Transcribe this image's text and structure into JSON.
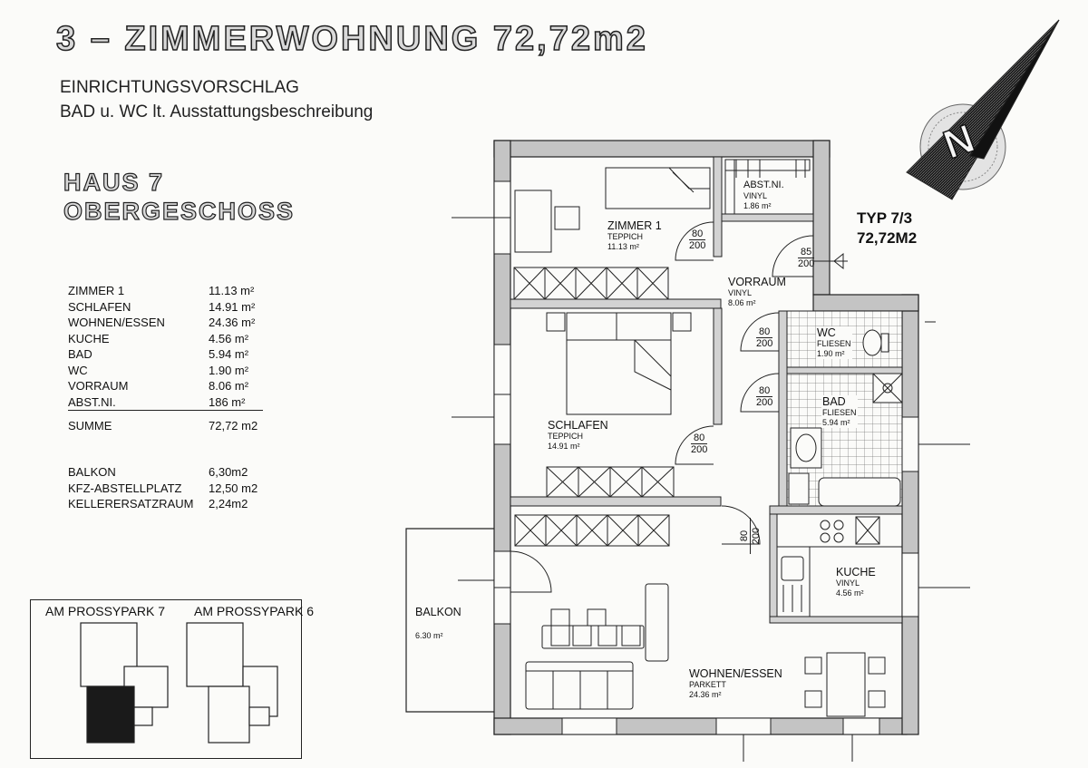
{
  "header": {
    "title": "3 – ZIMMERWOHNUNG  72,72m2",
    "subtitle_1": "EINRICHTUNGSVORSCHLAG",
    "subtitle_2": "BAD u. WC  lt. Ausstattungsbeschreibung",
    "haus": "HAUS 7",
    "geschoss": "OBERGESCHOSS"
  },
  "area_table": [
    {
      "name": "ZIMMER 1",
      "value": "11.13 m²"
    },
    {
      "name": "SCHLAFEN",
      "value": "14.91 m²"
    },
    {
      "name": "WOHNEN/ESSEN",
      "value": "24.36 m²"
    },
    {
      "name": "KUCHE",
      "value": "4.56 m²"
    },
    {
      "name": "BAD",
      "value": "5.94 m²"
    },
    {
      "name": "WC",
      "value": "1.90 m²"
    },
    {
      "name": "VORRAUM",
      "value": "8.06 m²"
    },
    {
      "name": "ABST.NI.",
      "value": "186 m²"
    }
  ],
  "area_sum": {
    "name": "SUMME",
    "value": "72,72 m2"
  },
  "extra_areas": [
    {
      "name": "BALKON",
      "value": "6,30m2"
    },
    {
      "name": "KFZ-ABSTELLPLATZ",
      "value": "12,50 m2"
    },
    {
      "name": "KELLERERSATZRAUM",
      "value": "2,24m2"
    }
  ],
  "type_box": {
    "line1": "TYP 7/3",
    "line2": "72,72M2"
  },
  "rooms": {
    "zimmer1": {
      "name": "ZIMMER 1",
      "floor": "TEPPICH",
      "area": "11.13 m²"
    },
    "abstnl": {
      "name": "ABST.NI.",
      "floor": "VINYL",
      "area": "1.86 m²"
    },
    "vorraum": {
      "name": "VORRAUM",
      "floor": "VINYL",
      "area": "8.06 m²"
    },
    "wc": {
      "name": "WC",
      "floor": "FLIESEN",
      "area": "1.90 m²"
    },
    "bad": {
      "name": "BAD",
      "floor": "FLIESEN",
      "area": "5.94 m²"
    },
    "schlafen": {
      "name": "SCHLAFEN",
      "floor": "TEPPICH",
      "area": "14.91 m²"
    },
    "kueche": {
      "name": "KUCHE",
      "floor": "VINYL",
      "area": "4.56 m²"
    },
    "wohnen": {
      "name": "WOHNEN/ESSEN",
      "floor": "PARKETT",
      "area": "24.36 m²"
    },
    "balkon": {
      "name": "BALKON",
      "area": "6.30 m²"
    }
  },
  "doors": {
    "zimmer1": {
      "w": "80",
      "h": "200"
    },
    "entrance": {
      "w": "85",
      "h": "200"
    },
    "wc": {
      "w": "80",
      "h": "200"
    },
    "bad": {
      "w": "80",
      "h": "200"
    },
    "schlafen": {
      "w": "80",
      "h": "200"
    },
    "wohnen": {
      "w": "80",
      "h": "200"
    }
  },
  "site_plan": {
    "label_left": "AM PROSSYPARK 7",
    "label_right": "AM PROSSYPARK 6"
  },
  "north_arrow": {
    "letter": "N"
  },
  "colors": {
    "ink": "#111111",
    "paper": "#fbfbf9",
    "wall": "#bdbdbd",
    "highlight": "#222222"
  }
}
